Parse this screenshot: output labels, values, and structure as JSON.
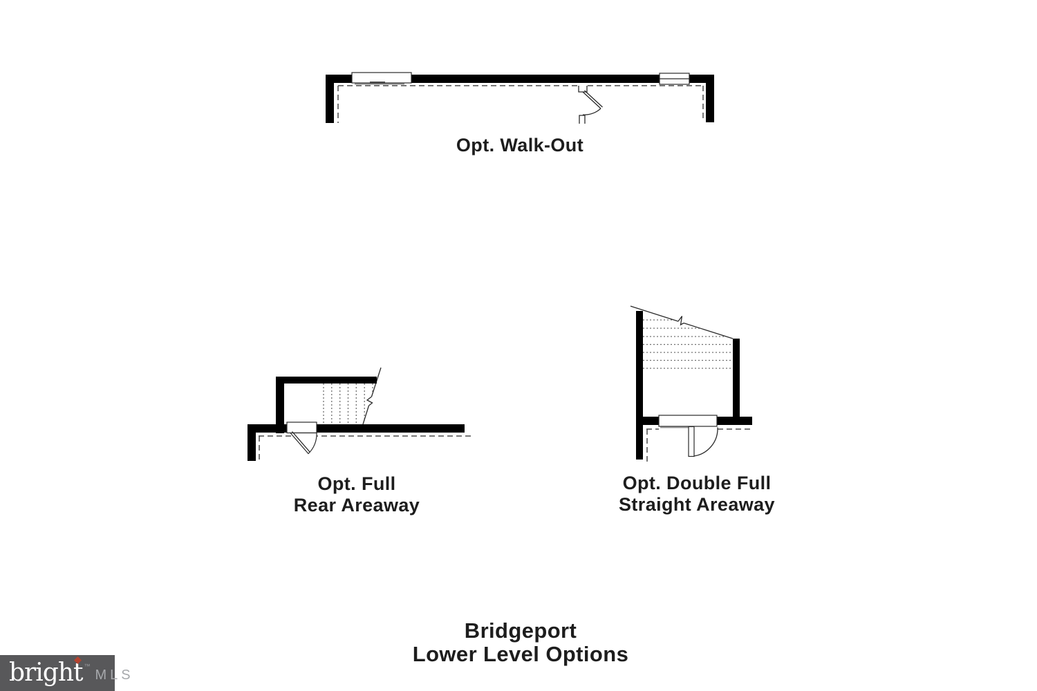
{
  "canvas": {
    "background": "#ffffff",
    "wall_color": "#000000",
    "line_color": "#2a2a2a",
    "dashed_line_color": "#4a4a4a"
  },
  "plans": {
    "walkout": {
      "label": "Opt. Walk-Out"
    },
    "rear_areaway": {
      "label_line1": "Opt. Full",
      "label_line2": "Rear Areaway"
    },
    "straight_areaway": {
      "label_line1": "Opt. Double Full",
      "label_line2": "Straight Areaway"
    }
  },
  "title": {
    "line1": "Bridgeport",
    "line2": "Lower Level Options"
  },
  "logo": {
    "brand_prefix": "brigh",
    "brand_last_letter": "t",
    "trademark": "™",
    "suffix": "MLS",
    "background": "#58585a",
    "brand_color": "#ffffff",
    "suffix_color": "#a7a9ac",
    "diamond_color": "#b5432f"
  }
}
